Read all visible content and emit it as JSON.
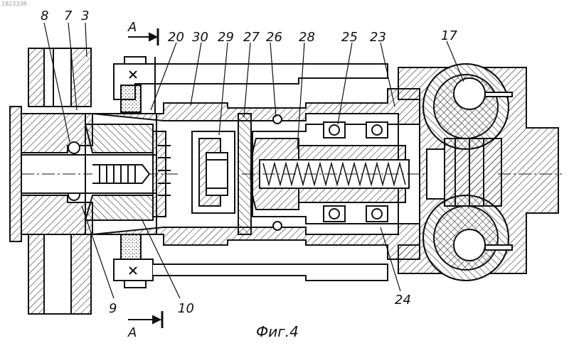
{
  "doc_id": "1823338",
  "caption": "Фиг.4",
  "section_marker": "A",
  "labels": {
    "l8": "8",
    "l7": "7",
    "l3": "3",
    "l20": "20",
    "l30": "30",
    "l29": "29",
    "l27": "27",
    "l26": "26",
    "l28": "28",
    "l25": "25",
    "l23": "23",
    "l17": "17",
    "l9": "9",
    "l10": "10",
    "l24": "24"
  }
}
